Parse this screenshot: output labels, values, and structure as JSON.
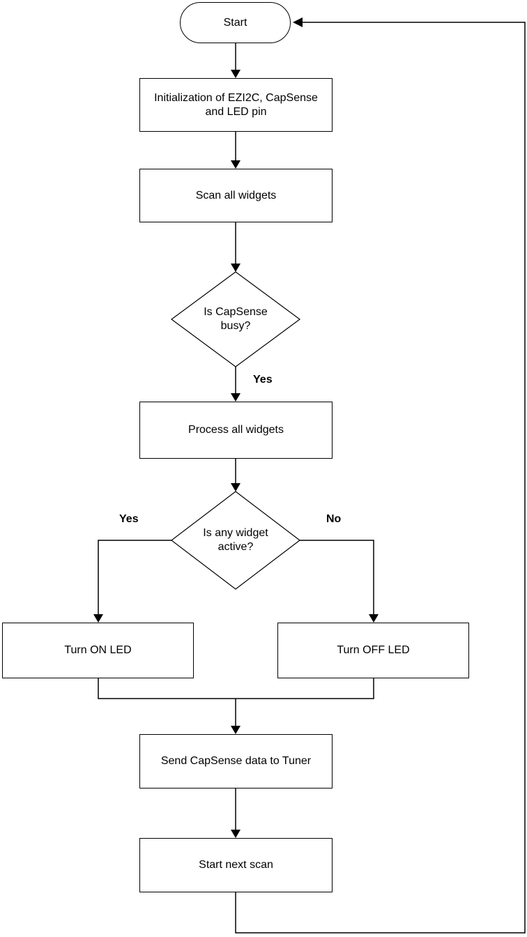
{
  "colors": {
    "stroke": "#000000",
    "node_fill": "#ffffff",
    "text": "#000000",
    "background": "#ffffff"
  },
  "flowchart": {
    "type": "flowchart",
    "nodes": {
      "start": "Start",
      "init": "Initialization of EZI2C, CapSense and LED pin",
      "scan": "Scan all widgets",
      "busy": "Is CapSense busy?",
      "process": "Process all widgets",
      "active": "Is any widget active?",
      "led_on": "Turn ON LED",
      "led_off": "Turn OFF LED",
      "send": "Send CapSense data to Tuner",
      "next": "Start next scan"
    },
    "edge_labels": {
      "busy_yes": "Yes",
      "active_yes": "Yes",
      "active_no": "No"
    },
    "edges": [
      {
        "from": "start",
        "to": "init",
        "label": ""
      },
      {
        "from": "init",
        "to": "scan",
        "label": ""
      },
      {
        "from": "scan",
        "to": "busy",
        "label": ""
      },
      {
        "from": "busy",
        "to": "process",
        "label": "Yes"
      },
      {
        "from": "process",
        "to": "active",
        "label": ""
      },
      {
        "from": "active",
        "to": "led_on",
        "label": "Yes"
      },
      {
        "from": "active",
        "to": "led_off",
        "label": "No"
      },
      {
        "from": "led_on",
        "to": "send",
        "label": ""
      },
      {
        "from": "led_off",
        "to": "send",
        "label": ""
      },
      {
        "from": "send",
        "to": "next",
        "label": ""
      },
      {
        "from": "next",
        "to": "start",
        "label": ""
      }
    ]
  }
}
